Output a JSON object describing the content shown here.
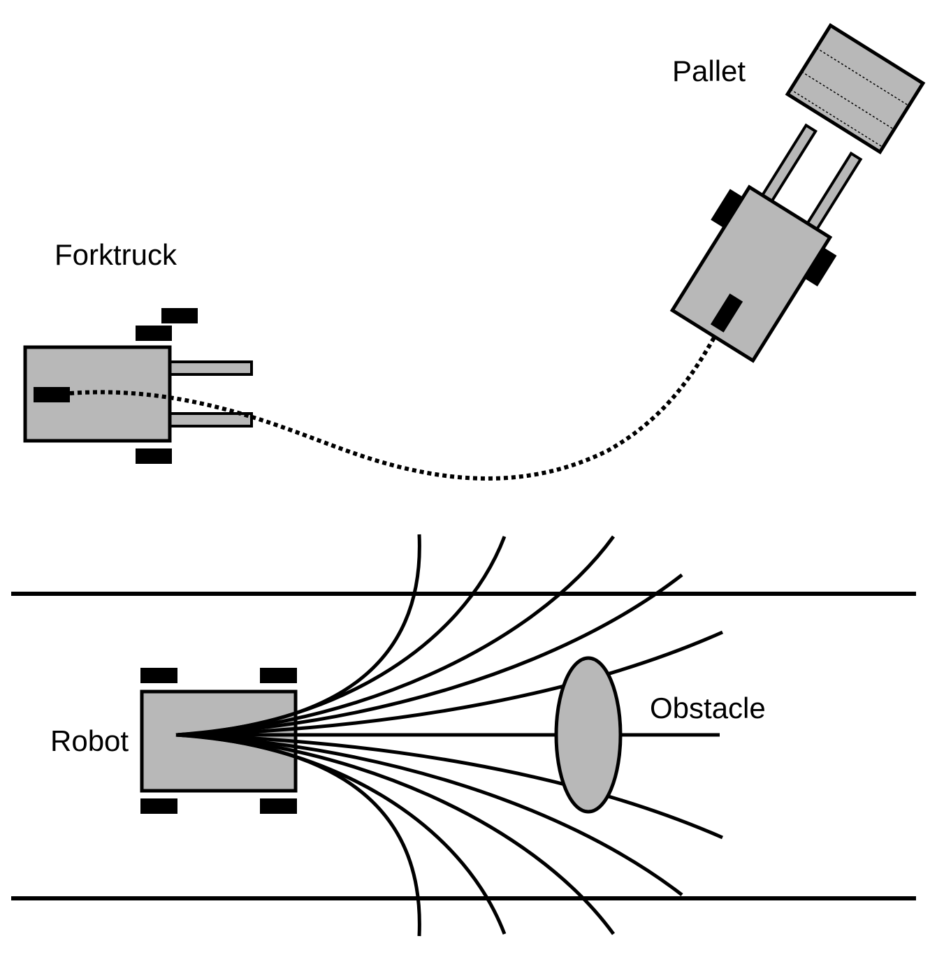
{
  "labels": {
    "forktruck": "Forktruck",
    "pallet": "Pallet",
    "robot": "Robot",
    "obstacle": "Obstacle"
  },
  "colors": {
    "body_fill": "#b8b8b8",
    "stroke": "#000000",
    "background": "#ffffff"
  },
  "elements": {
    "forktruck_start": "forktruck vehicle at start pose, forks pointing right",
    "forktruck_end": "forktruck vehicle at goal pose, forks pointing up-right toward the pallet",
    "path": "dotted planned path connecting the two forktruck poses",
    "pallet": "shaded pallet with dotted slat lines",
    "robot": "robot vehicle with four wheels",
    "trajectories": "fan of candidate curved trajectories emanating from the robot",
    "corridor": "two horizontal corridor boundary lines",
    "obstacle": "shaded elliptical obstacle"
  }
}
